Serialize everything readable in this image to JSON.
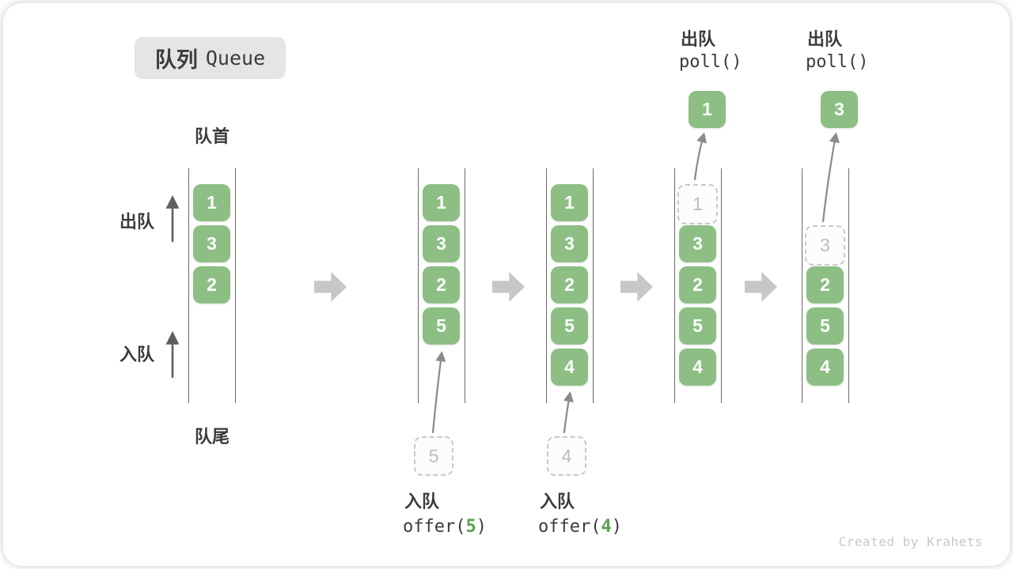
{
  "title": {
    "zh": "队列",
    "en": "Queue"
  },
  "side_labels": {
    "front": "队首",
    "rear": "队尾",
    "dequeue": "出队",
    "enqueue": "入队"
  },
  "queues": [
    {
      "slots": [
        {
          "v": "1"
        },
        {
          "v": "3"
        },
        {
          "v": "2"
        }
      ]
    },
    {
      "slots": [
        {
          "v": "1"
        },
        {
          "v": "3"
        },
        {
          "v": "2"
        },
        {
          "v": "5"
        }
      ]
    },
    {
      "slots": [
        {
          "v": "1"
        },
        {
          "v": "3"
        },
        {
          "v": "2"
        },
        {
          "v": "5"
        },
        {
          "v": "4"
        }
      ]
    },
    {
      "slots": [
        {
          "v": "1"
        },
        {
          "v": "3"
        },
        {
          "v": "2"
        },
        {
          "v": "5"
        },
        {
          "v": "4"
        }
      ]
    },
    {
      "slots": [
        {
          "v": "3"
        },
        {
          "v": "2"
        },
        {
          "v": "5"
        },
        {
          "v": "4"
        }
      ]
    }
  ],
  "enqueue_ops": [
    {
      "label": "入队",
      "code_prefix": "offer(",
      "code_arg": "5",
      "code_suffix": ")",
      "pending": "5"
    },
    {
      "label": "入队",
      "code_prefix": "offer(",
      "code_arg": "4",
      "code_suffix": ")",
      "pending": "4"
    }
  ],
  "dequeue_ops": [
    {
      "label": "出队",
      "code": "poll()",
      "polled": "1"
    },
    {
      "label": "出队",
      "code": "poll()",
      "polled": "3"
    }
  ],
  "watermark": "Created by Krahets",
  "colors": {
    "box_green": "#8DBF84",
    "code_arg_green": "#57A14E",
    "block_arrow_gray": "#C7C7C7",
    "dashed_border": "#C9C9C9",
    "title_bg": "#E5E5E5"
  }
}
